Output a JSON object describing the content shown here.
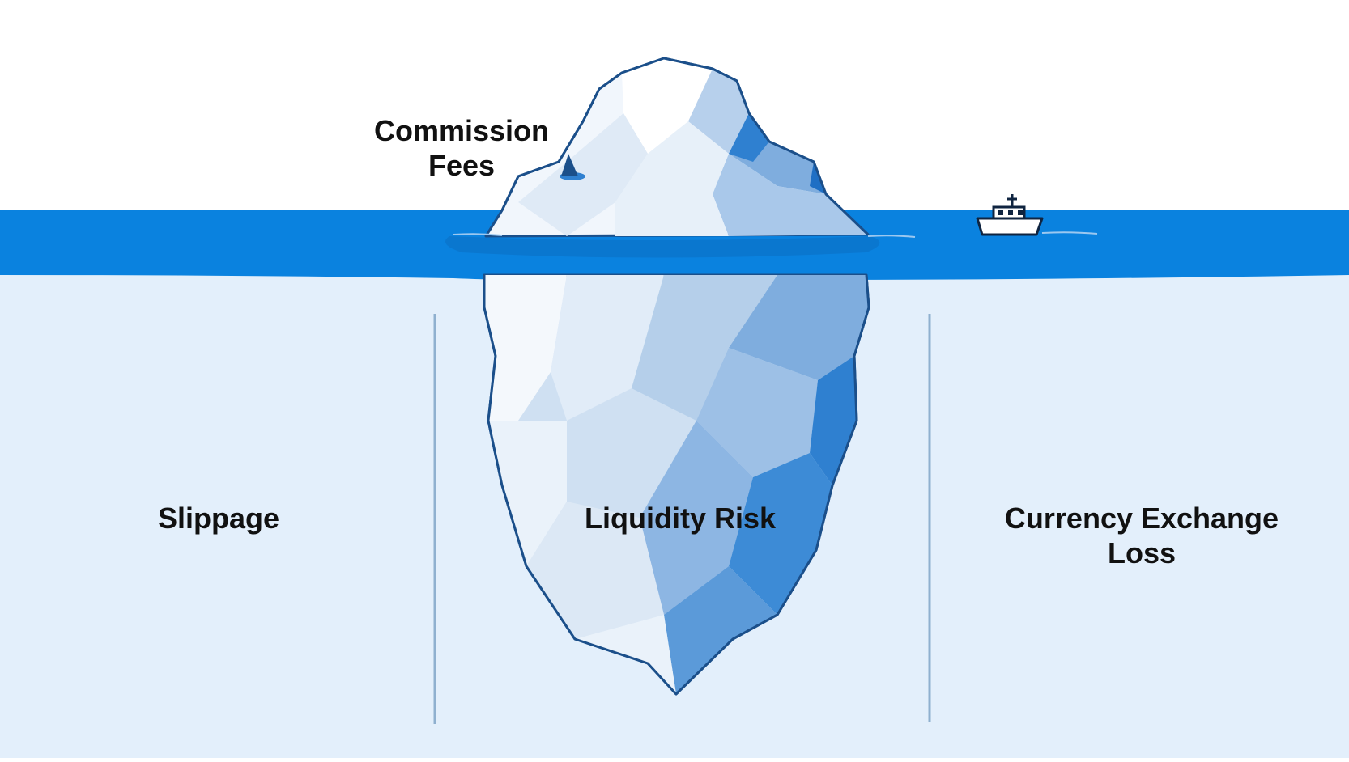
{
  "labels": {
    "commission_fees": [
      "Commission",
      "Fees"
    ],
    "slippage": "Slippage",
    "liquidity_risk": "Liquidity Risk",
    "currency_exchange_loss": [
      "Currency Exchange",
      "Loss"
    ]
  },
  "colors": {
    "sky": "#ffffff",
    "sea_surface": "#0a82df",
    "underwater": "#e3effb",
    "ice_light": "#f4f8fc",
    "ice_mid": "#c9dcef",
    "ice_dark": "#4d8fd0",
    "ice_outline": "#1b4f8a",
    "divider": "#8fb0cf",
    "boat_hull": "#ffffff",
    "boat_outline": "#0f2440"
  },
  "icons": {
    "boat": "boat-icon",
    "seal_fin": "shark-fin-icon"
  }
}
